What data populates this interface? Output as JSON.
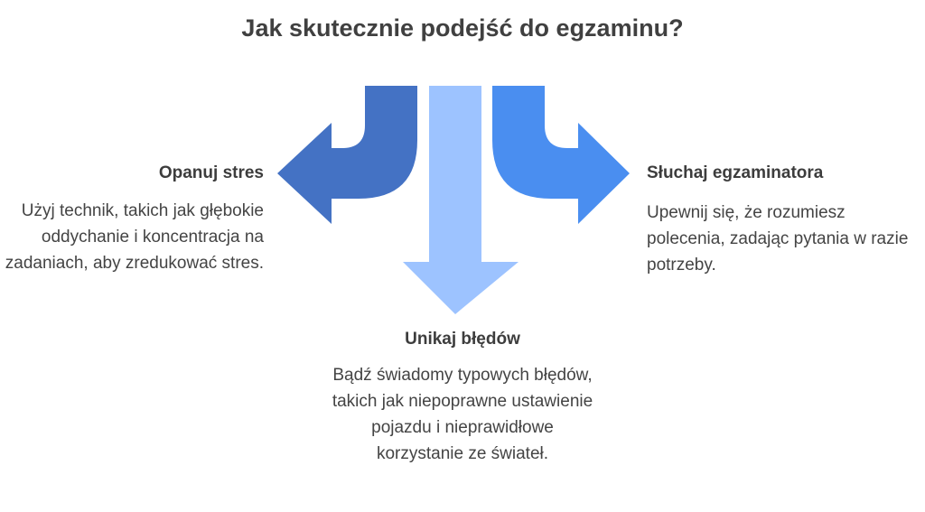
{
  "title": "Jak skutecznie podejść do egzaminu?",
  "colors": {
    "left_arrow": "#4472c4",
    "center_arrow": "#9dc3ff",
    "right_arrow": "#4a8ef0"
  },
  "branches": {
    "left": {
      "heading": "Opanuj stres",
      "text": "Użyj technik, takich jak głębokie oddychanie i koncentracja na zadaniach, aby zredukować stres."
    },
    "center": {
      "heading": "Unikaj błędów",
      "text": "Bądź świadomy typowych błędów, takich jak niepoprawne ustawienie pojazdu i nieprawidłowe korzystanie ze świateł."
    },
    "right": {
      "heading": "Słuchaj egzaminatora",
      "text": "Upewnij się, że rozumiesz polecenia, zadając pytania w razie potrzeby."
    }
  }
}
